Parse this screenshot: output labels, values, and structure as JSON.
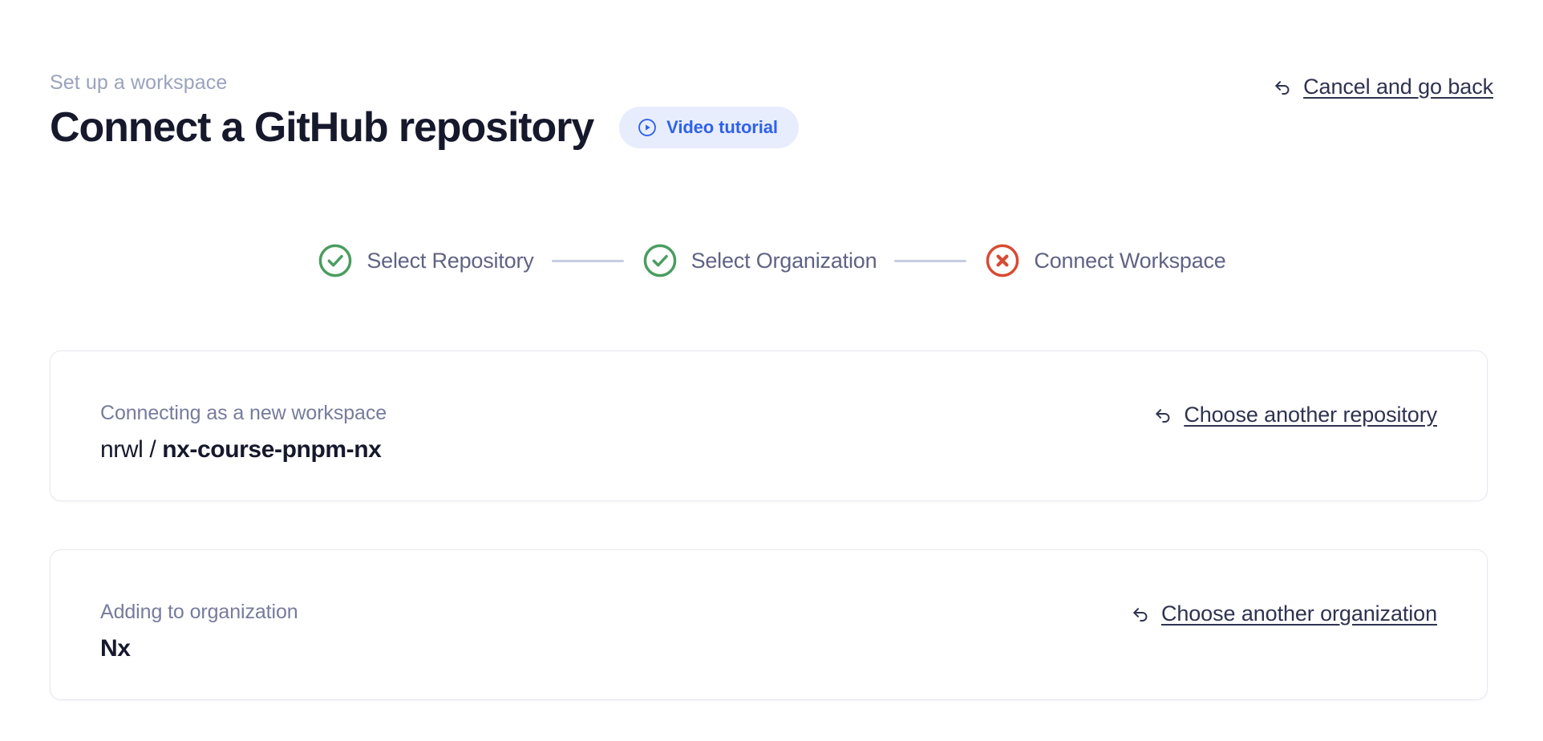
{
  "header": {
    "breadcrumb": "Set up a workspace",
    "title": "Connect a GitHub repository",
    "video_badge": {
      "label": "Video tutorial",
      "icon": "play-circle-icon",
      "bg_color": "#e8edfd",
      "text_color": "#2f62e8"
    },
    "cancel": {
      "label": "Cancel and go back",
      "icon": "back-arrow-icon"
    }
  },
  "stepper": {
    "steps": [
      {
        "label": "Select Repository",
        "state": "complete",
        "icon": "check-circle-icon",
        "color": "#4a9d5f"
      },
      {
        "label": "Select Organization",
        "state": "complete",
        "icon": "check-circle-icon",
        "color": "#4a9d5f"
      },
      {
        "label": "Connect Workspace",
        "state": "error",
        "icon": "x-circle-icon",
        "color": "#d94a32"
      }
    ],
    "connector_color": "#c7cde0"
  },
  "cards": {
    "repository": {
      "caption": "Connecting as a new workspace",
      "owner": "nrwl",
      "separator": " / ",
      "name": "nx-course-pnpm-nx",
      "action": {
        "label": "Choose another repository",
        "icon": "back-arrow-icon"
      }
    },
    "organization": {
      "caption": "Adding to organization",
      "name": "Nx",
      "action": {
        "label": "Choose another organization",
        "icon": "back-arrow-icon"
      }
    }
  }
}
